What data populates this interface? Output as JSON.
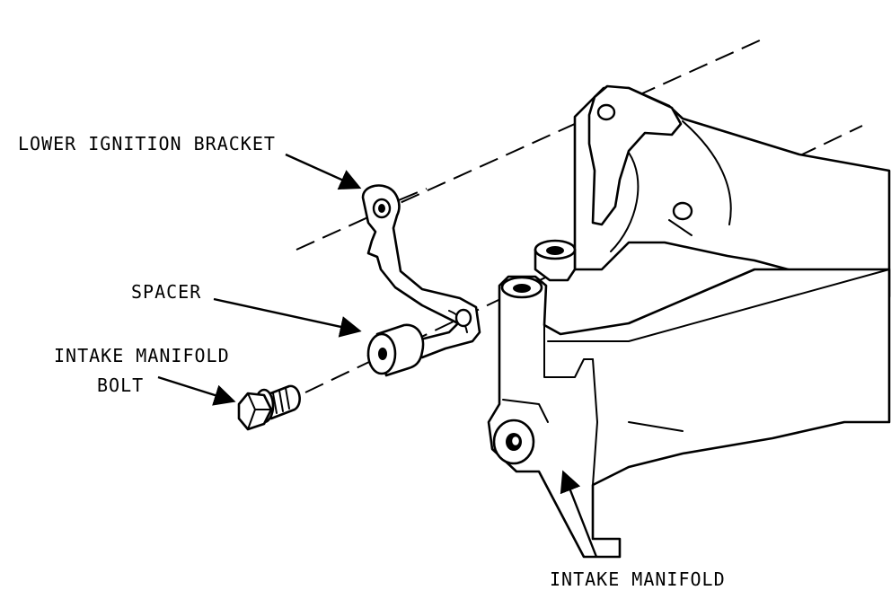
{
  "labels": {
    "lower_ignition_bracket": "LOWER IGNITION BRACKET",
    "spacer": "SPACER",
    "intake_manifold_bolt_line1": "INTAKE MANIFOLD",
    "intake_manifold_bolt_line2": "BOLT",
    "intake_manifold": "INTAKE MANIFOLD"
  }
}
